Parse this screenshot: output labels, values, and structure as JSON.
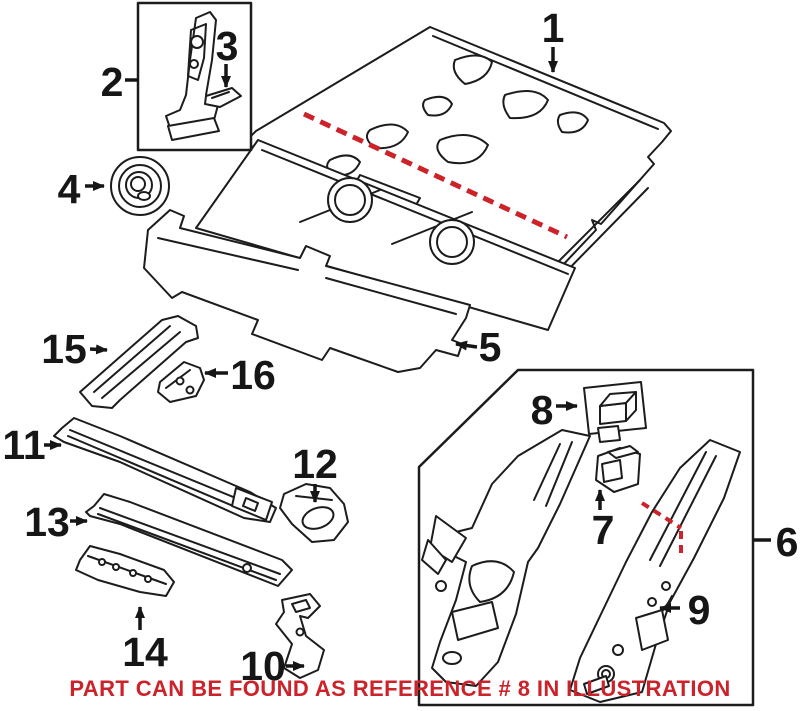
{
  "illustration": {
    "background_color": "#ffffff",
    "line_color": "#1c1c1c",
    "highlight_color": "#cc2229",
    "footer_note": "PART CAN BE FOUND AS REFERENCE # 8 IN ILLUSTRATION",
    "callouts": {
      "p1": "1",
      "p2": "2",
      "p3": "3",
      "p4": "4",
      "p5": "5",
      "p6": "6",
      "p7": "7",
      "p8": "8",
      "p9": "9",
      "p10": "10",
      "p11": "11",
      "p12": "12",
      "p13": "13",
      "p14": "14",
      "p15": "15",
      "p16": "16"
    }
  }
}
